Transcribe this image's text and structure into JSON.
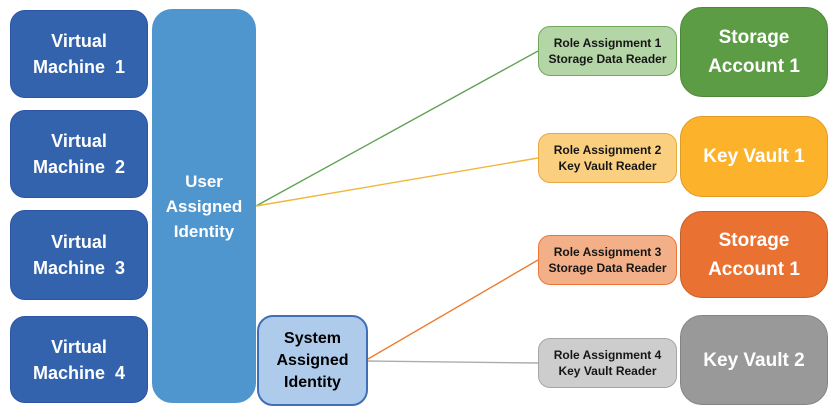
{
  "virtual_machines": [
    {
      "lines": [
        "Virtual",
        "Machine  1"
      ]
    },
    {
      "lines": [
        "Virtual",
        "Machine  2"
      ]
    },
    {
      "lines": [
        "Virtual",
        "Machine  3"
      ]
    },
    {
      "lines": [
        "Virtual",
        "Machine  4"
      ]
    }
  ],
  "identities": {
    "user": {
      "lines": [
        "User",
        "Assigned",
        "Identity"
      ],
      "fill": "#4F96CE",
      "text_color": "#FFFFFF"
    },
    "system": {
      "lines": [
        "System",
        "Assigned",
        "Identity"
      ],
      "fill": "#AECBEB",
      "border": "#3E6FB7",
      "text_color": "#000000"
    }
  },
  "role_assignments": [
    {
      "line1": "Role Assignment 1",
      "line2": "Storage Data Reader",
      "fill": "#B4D5A5",
      "border": "#71A85C",
      "line_color": "#5FA253"
    },
    {
      "line1": "Role Assignment 2",
      "line2": "Key Vault Reader",
      "fill": "#FBCF80",
      "border": "#E7A93E",
      "line_color": "#EFB73C"
    },
    {
      "line1": "Role Assignment 3",
      "line2": "Storage Data Reader",
      "fill": "#F3AF87",
      "border": "#EC7636",
      "line_color": "#ED7D31"
    },
    {
      "line1": "Role Assignment 4",
      "line2": "Key Vault Reader",
      "fill": "#CDCDCD",
      "border": "#A5A5A5",
      "line_color": "#ACACAC"
    }
  ],
  "resources": [
    {
      "lines": [
        "Storage",
        "Account 1"
      ],
      "fill": "#5C9C45",
      "border": "#4C8838"
    },
    {
      "lines": [
        "Key Vault 1"
      ],
      "fill": "#FCB32B",
      "border": "#DD9C23"
    },
    {
      "lines": [
        "Storage",
        "Account 1"
      ],
      "fill": "#E97132",
      "border": "#C85F26"
    },
    {
      "lines": [
        "Key Vault 2"
      ],
      "fill": "#999999",
      "border": "#848484"
    }
  ],
  "colors": {
    "vm_fill": "#3463AE",
    "vm_border": "#2C55A5",
    "background": "#FFFFFF"
  }
}
